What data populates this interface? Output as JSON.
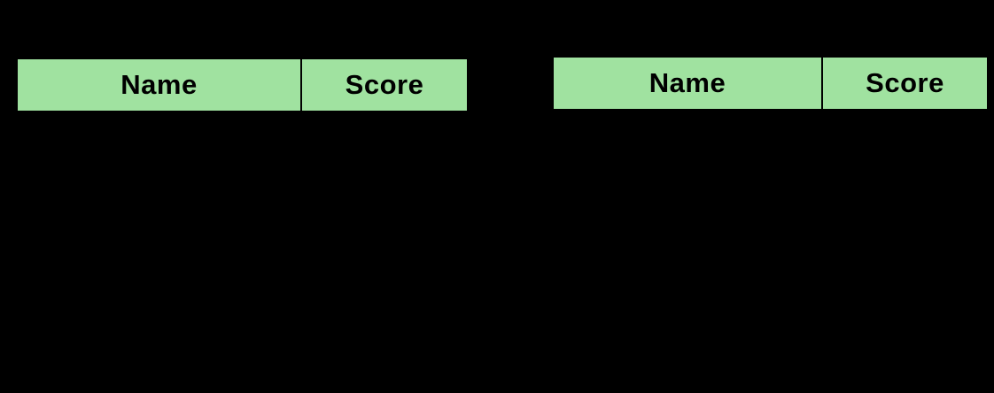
{
  "colors": {
    "canvas_background": "#000000",
    "header_fill": "#A0E2A0",
    "cell_border": "#000000",
    "header_text": "#000000"
  },
  "tables": [
    {
      "id": "left",
      "columns": [
        "Name",
        "Score"
      ]
    },
    {
      "id": "right",
      "columns": [
        "Name",
        "Score"
      ]
    }
  ],
  "chart_data": [
    {
      "type": "table",
      "title": "",
      "columns": [
        "Name",
        "Score"
      ],
      "rows": [],
      "layout_hints": {
        "header_fill": "#A0E2A0",
        "position": "left",
        "body_rows_visible": false
      }
    },
    {
      "type": "table",
      "title": "",
      "columns": [
        "Name",
        "Score"
      ],
      "rows": [],
      "layout_hints": {
        "header_fill": "#A0E2A0",
        "position": "right",
        "body_rows_visible": false
      }
    }
  ]
}
